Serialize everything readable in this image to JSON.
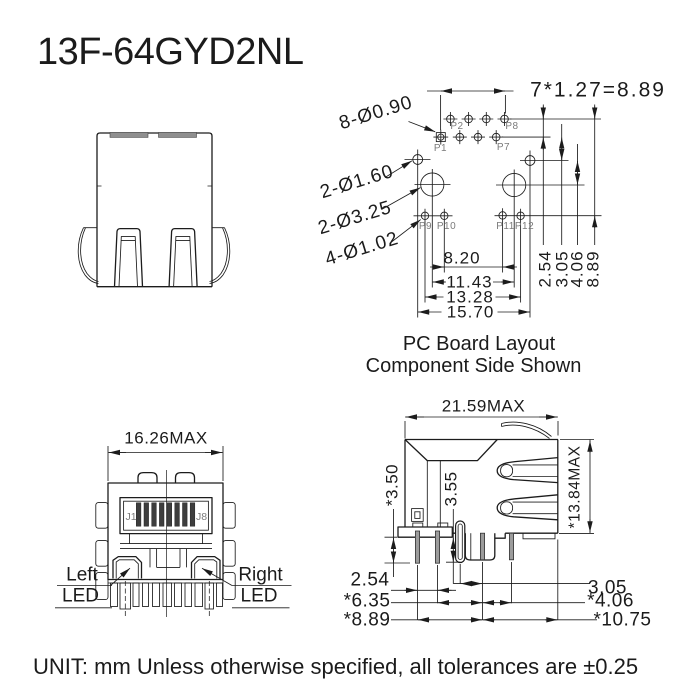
{
  "title": "13F-64GYD2NL",
  "footer": "UNIT: mm Unless otherwise specified, all tolerances are ±0.25",
  "colors": {
    "line": "#1b1b1b",
    "gray_fill": "#8f8f8f",
    "gray_text": "#7b7b7b",
    "background": "#ffffff"
  },
  "pcb": {
    "caption1": "PC Board Layout",
    "caption2": "Component Side Shown",
    "dim_pitch": "7*1.27=8.89",
    "callout_signal_holes": "8-Ø0.90",
    "callout_led_holes": "2-Ø1.60",
    "callout_post_holes": "2-Ø3.25",
    "callout_shield_holes": "4-Ø1.02",
    "dim_820": "8.20",
    "dim_1143": "11.43",
    "dim_1328": "13.28",
    "dim_1570": "15.70",
    "dim_254": "2.54",
    "dim_305": "3.05",
    "dim_406": "4.06",
    "dim_889": "8.89",
    "pins": {
      "p1": "P1",
      "p2": "P2",
      "p7": "P7",
      "p8": "P8",
      "p9": "P9",
      "p10": "P10",
      "p11": "P11",
      "p12": "P12"
    }
  },
  "front": {
    "dim_width": "16.26MAX",
    "pin_j1": "J1",
    "pin_j8": "J8",
    "led_left_line1": "Left",
    "led_left_line2": "LED",
    "led_right_line1": "Right",
    "led_right_line2": "LED"
  },
  "side": {
    "dim_width": "21.59MAX",
    "dim_height": "*13.84MAX",
    "dim_3_50": "*3.50",
    "dim_3_55": "3.55",
    "dim_2_54": "2.54",
    "dim_3_05": "3.05",
    "dim_6_35": "*6.35",
    "dim_4_06": "*4.06",
    "dim_8_89": "*8.89",
    "dim_10_75": "*10.75"
  }
}
